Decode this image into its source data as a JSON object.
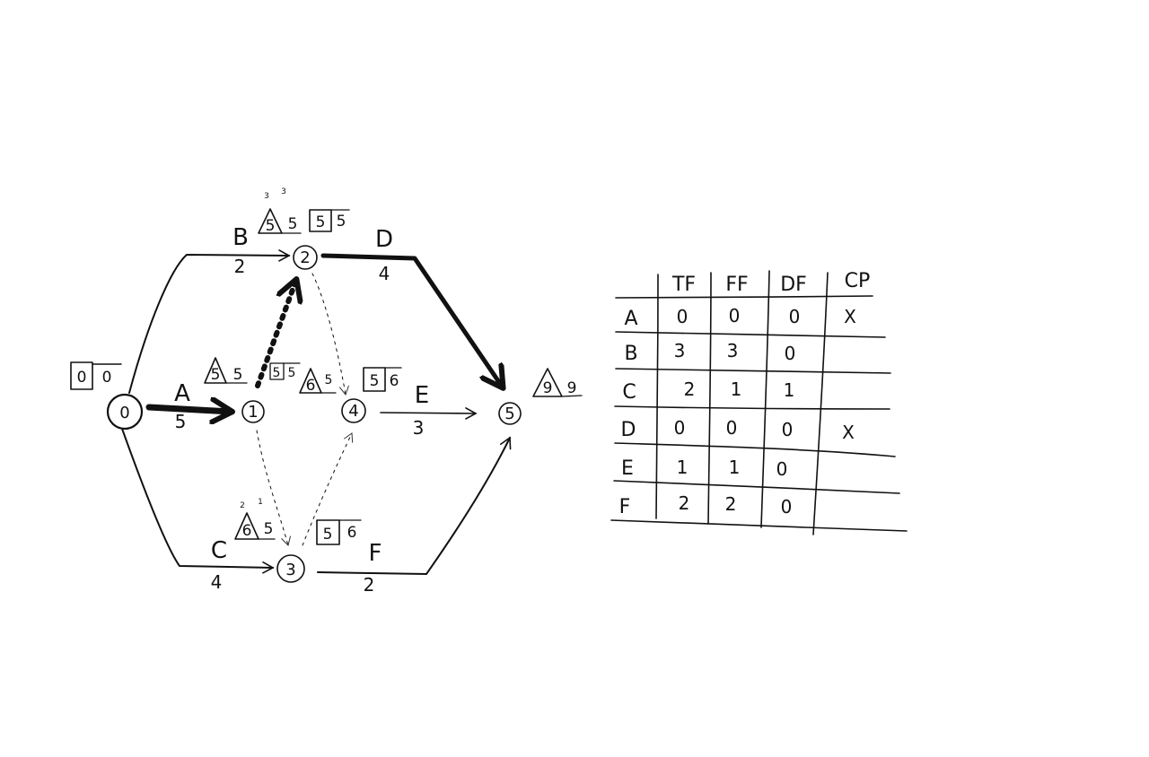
{
  "network": {
    "nodes": [
      {
        "id": "node-0",
        "label": "0"
      },
      {
        "id": "node-1",
        "label": "1"
      },
      {
        "id": "node-2",
        "label": "2"
      },
      {
        "id": "node-3",
        "label": "3"
      },
      {
        "id": "node-4",
        "label": "4"
      },
      {
        "id": "node-5",
        "label": "5"
      }
    ],
    "activities": [
      {
        "name": "A",
        "duration": "5"
      },
      {
        "name": "B",
        "duration": "2"
      },
      {
        "name": "C",
        "duration": "4"
      },
      {
        "name": "D",
        "duration": "4"
      },
      {
        "name": "E",
        "duration": "3"
      },
      {
        "name": "F",
        "duration": "2"
      }
    ],
    "node_times": {
      "n0_box": [
        "0",
        "0"
      ],
      "n1_tri": [
        "5",
        "5"
      ],
      "n1_box": [
        "5",
        "5"
      ],
      "n2_tri": [
        "5",
        "5"
      ],
      "n2_box": [
        "5",
        "5"
      ],
      "n2_small": [
        "3",
        "3"
      ],
      "n3_tri": [
        "6",
        "5"
      ],
      "n3_box": [
        "5",
        "6"
      ],
      "n3_small": [
        "2",
        "1"
      ],
      "n4_tri": [
        "6",
        "5"
      ],
      "n4_box": [
        "5",
        "6"
      ],
      "n5_tri": [
        "9",
        "9"
      ]
    }
  },
  "float_table": {
    "headers": [
      "",
      "TF",
      "FF",
      "DF",
      "CP"
    ],
    "rows": [
      {
        "activity": "A",
        "TF": "0",
        "FF": "0",
        "DF": "0",
        "CP": "X"
      },
      {
        "activity": "B",
        "TF": "3",
        "FF": "3",
        "DF": "0",
        "CP": ""
      },
      {
        "activity": "C",
        "TF": "2",
        "FF": "1",
        "DF": "1",
        "CP": ""
      },
      {
        "activity": "D",
        "TF": "0",
        "FF": "0",
        "DF": "0",
        "CP": "X"
      },
      {
        "activity": "E",
        "TF": "1",
        "FF": "1",
        "DF": "0",
        "CP": ""
      },
      {
        "activity": "F",
        "TF": "2",
        "FF": "2",
        "DF": "0",
        "CP": ""
      }
    ]
  }
}
